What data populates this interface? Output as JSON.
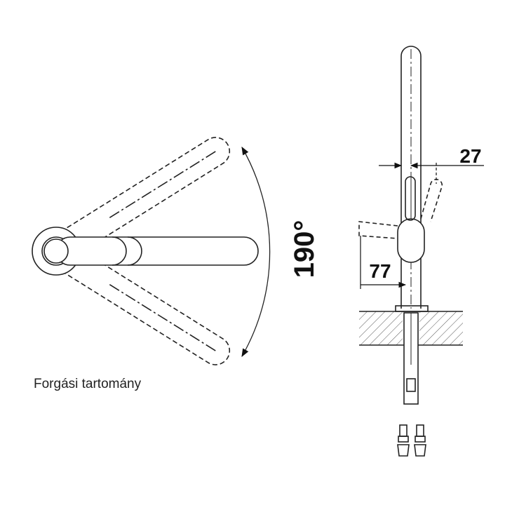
{
  "caption": "Forgási tartomány",
  "rotation_label": "190°",
  "dimensions": {
    "spout_offset": "27",
    "lever_clearance": "77"
  },
  "colors": {
    "line": "#222222",
    "hatch": "#555555",
    "background": "#ffffff"
  }
}
